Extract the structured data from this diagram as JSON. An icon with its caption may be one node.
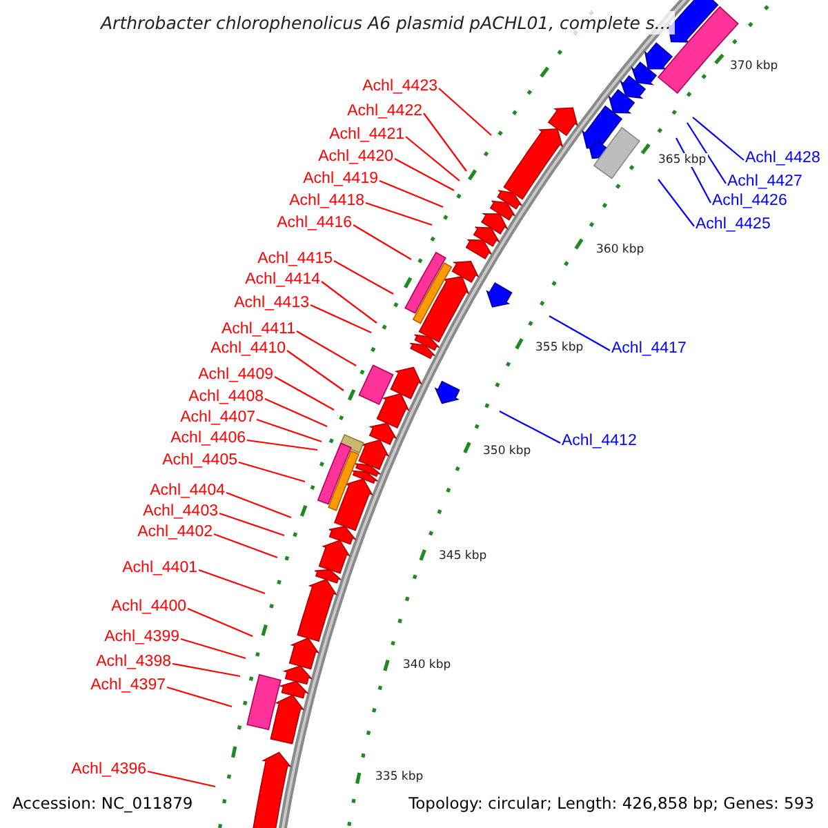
{
  "diagram": {
    "title": "Arthrobacter chlorophenolicus A6 plasmid pACHL01, complete s...",
    "nodes": [
      {
        "text": [
          "Achl_4423"
        ]
      },
      {
        "text": [
          "Achl_4422"
        ]
      },
      {
        "text": [
          "Achl_4421"
        ]
      },
      {
        "text": [
          "Achl_4420"
        ]
      },
      {
        "text": [
          "Achl_4419"
        ]
      },
      {
        "text": [
          "Achl_4418"
        ]
      },
      {
        "text": [
          "Achl_4416"
        ]
      },
      {
        "text": [
          "Achl_4415"
        ]
      },
      {
        "text": [
          "Achl_4414"
        ]
      },
      {
        "text": [
          "Achl_4413"
        ]
      },
      {
        "text": [
          "Achl_4411"
        ]
      },
      {
        "text": [
          "Achl_4410"
        ]
      },
      {
        "text": [
          "Achl_4409"
        ]
      },
      {
        "text": [
          "Achl_4408"
        ]
      },
      {
        "text": [
          "Achl_4407"
        ]
      },
      {
        "text": [
          "Achl_4406"
        ]
      },
      {
        "text": [
          "Achl_4405"
        ]
      },
      {
        "text": [
          "Achl_4404"
        ]
      },
      {
        "text": [
          "Achl_4403"
        ]
      },
      {
        "text": [
          "Achl_4402"
        ]
      },
      {
        "text": [
          "Achl_4401"
        ]
      },
      {
        "text": [
          "Achl_4400"
        ]
      },
      {
        "text": [
          "Achl_4399"
        ]
      },
      {
        "text": [
          "Achl_4398"
        ]
      },
      {
        "text": [
          "Achl_4397"
        ]
      },
      {
        "text": [
          "Achl_4396"
        ]
      },
      {
        "text": [
          "Achl_4428"
        ]
      },
      {
        "text": [
          "Achl_4427"
        ]
      },
      {
        "text": [
          "Achl_4426"
        ]
      },
      {
        "text": [
          "Achl_4425"
        ]
      },
      {
        "text": [
          "Achl_4417"
        ]
      },
      {
        "text": [
          "Achl_4412"
        ]
      }
    ],
    "edges": [
      {
        "from": 0,
        "to": null,
        "arrow": "none"
      },
      {
        "from": 1,
        "to": null,
        "arrow": "none"
      },
      {
        "from": 2,
        "to": null,
        "arrow": "none"
      },
      {
        "from": 3,
        "to": null,
        "arrow": "none"
      },
      {
        "from": 4,
        "to": null,
        "arrow": "none"
      },
      {
        "from": 5,
        "to": null,
        "arrow": "none"
      },
      {
        "from": 6,
        "to": null,
        "arrow": "none"
      },
      {
        "from": 7,
        "to": null,
        "arrow": "none"
      },
      {
        "from": 8,
        "to": null,
        "arrow": "none"
      },
      {
        "from": 9,
        "to": null,
        "arrow": "none"
      },
      {
        "from": 10,
        "to": null,
        "arrow": "none"
      },
      {
        "from": 11,
        "to": null,
        "arrow": "none"
      },
      {
        "from": 12,
        "to": null,
        "arrow": "none"
      },
      {
        "from": 13,
        "to": null,
        "arrow": "none"
      },
      {
        "from": 14,
        "to": null,
        "arrow": "none"
      },
      {
        "from": 15,
        "to": null,
        "arrow": "none"
      },
      {
        "from": 16,
        "to": null,
        "arrow": "none"
      },
      {
        "from": 17,
        "to": null,
        "arrow": "none"
      },
      {
        "from": 18,
        "to": null,
        "arrow": "none"
      },
      {
        "from": 19,
        "to": null,
        "arrow": "none"
      },
      {
        "from": 20,
        "to": null,
        "arrow": "none"
      },
      {
        "from": 21,
        "to": null,
        "arrow": "none"
      },
      {
        "from": 22,
        "to": null,
        "arrow": "none"
      },
      {
        "from": 23,
        "to": null,
        "arrow": "none"
      },
      {
        "from": 24,
        "to": null,
        "arrow": "none"
      },
      {
        "from": 25,
        "to": null,
        "arrow": "none"
      },
      {
        "from": 26,
        "to": null,
        "arrow": "none",
        "color": "#0000ff"
      },
      {
        "from": 27,
        "to": null,
        "arrow": "none",
        "color": "#0000ff"
      },
      {
        "from": 28,
        "to": null,
        "arrow": "none",
        "color": "#0000ff"
      },
      {
        "from": 29,
        "to": null,
        "arrow": "none",
        "color": "#0000ff"
      },
      {
        "from": 30,
        "to": null,
        "arrow": "none",
        "color": "#0000ff"
      },
      {
        "from": 31,
        "to": null,
        "arrow": "none",
        "color": "#0000ff"
      }
    ],
    "labels": [
      "370 kbp",
      "365 kbp",
      "360 kbp",
      "355 kbp",
      "350 kbp",
      "345 kbp",
      "340 kbp",
      "335 kbp",
      "Accession: NC_011879",
      "Topology: circular; Length: 426,858 bp; Genes: 593"
    ]
  }
}
